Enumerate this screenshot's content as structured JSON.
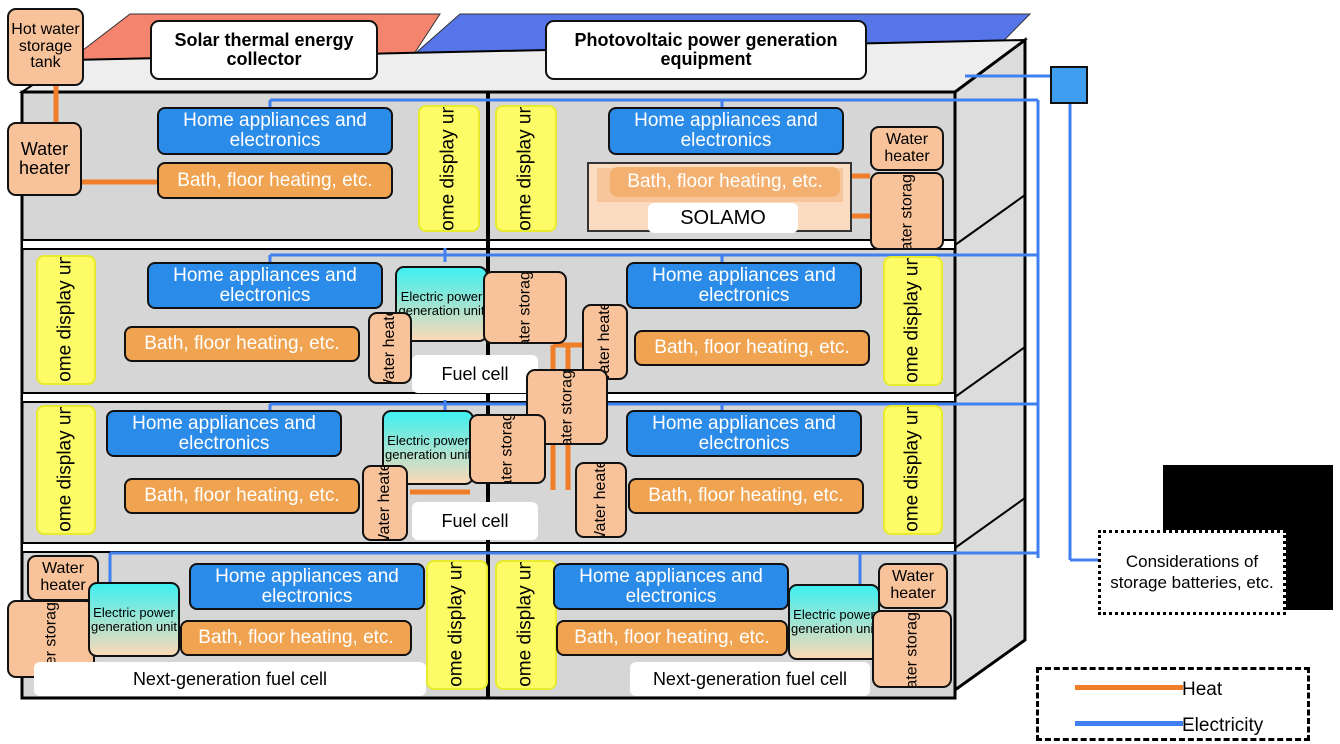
{
  "titles": {
    "solar_thermal": "Solar thermal energy collector",
    "photovoltaic": "Photovoltaic power generation equipment"
  },
  "labels": {
    "appliances": "Home appliances and electronics",
    "bath": "Bath, floor heating, etc.",
    "water_heater": "Water heater",
    "hot_water_tank": "Hot water storage tank",
    "hot_water_tank_roof": "Hot water storage tank",
    "home_display": "Home display unit",
    "electric_gen": "Electric power generation unit",
    "fuel_cell": "Fuel cell",
    "next_gen_fuel_cell": "Next-generation fuel cell",
    "solamo": "SOLAMO",
    "storage_batteries": "Considerations of storage batteries, etc."
  },
  "legend": {
    "heat": "Heat",
    "electricity": "Electricity",
    "heat_color": "#f07d28",
    "electricity_color": "#3f7ff0"
  },
  "colors": {
    "building_fill": "#d8d8d8",
    "appliance_blue": "#2b8be8",
    "bath_orange": "#f0a350",
    "tank_peach": "#f8c39a",
    "display_yellow": "#fdfc66"
  }
}
